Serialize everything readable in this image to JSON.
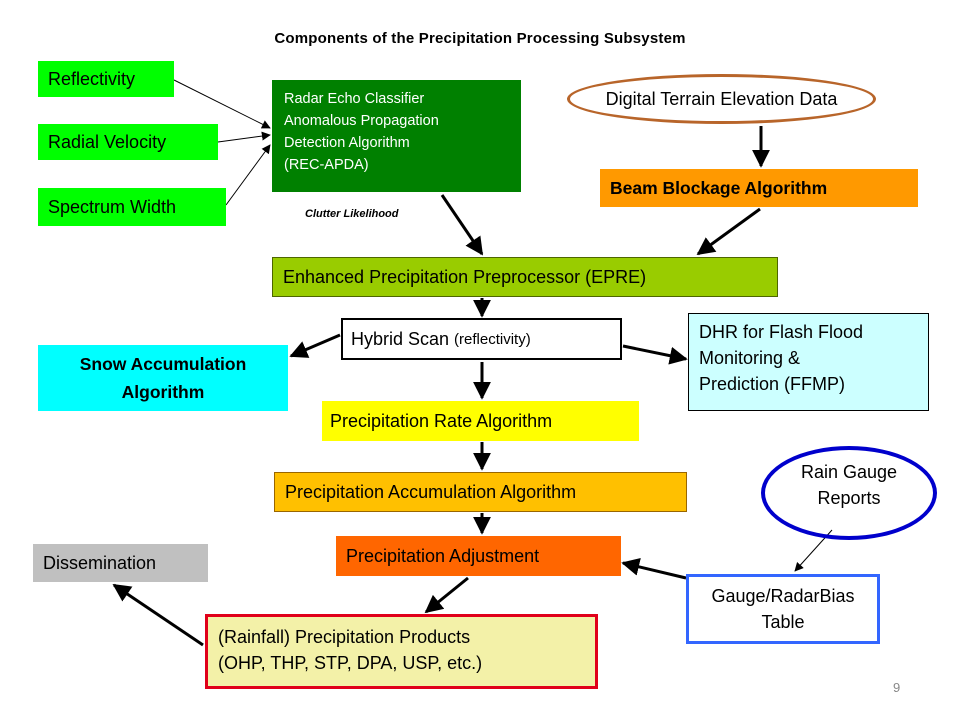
{
  "title": "Components of the Precipitation Processing Subsystem",
  "inputs": {
    "reflectivity": "Reflectivity",
    "radial_velocity": "Radial Velocity",
    "spectrum_width": "Spectrum Width"
  },
  "rec_apda": {
    "line1": "Radar Echo Classifier",
    "line2": "Anomalous Propagation",
    "line3": "Detection Algorithm",
    "line4": "(REC-APDA)"
  },
  "clutter_label": "Clutter Likelihood",
  "terrain": "Digital Terrain Elevation Data",
  "beam_blockage": "Beam Blockage Algorithm",
  "epre": "Enhanced Precipitation Preprocessor (EPRE)",
  "hybrid_scan": {
    "label": "Hybrid Scan",
    "note": "(reflectivity)"
  },
  "snow": {
    "line1": "Snow Accumulation",
    "line2": "Algorithm"
  },
  "dhr": {
    "line1": "DHR for Flash Flood",
    "line2": "Monitoring &",
    "line3": "Prediction (FFMP)"
  },
  "rate": "Precipitation Rate Algorithm",
  "accumulation": "Precipitation Accumulation Algorithm",
  "rain_gauge": {
    "line1": "Rain Gauge",
    "line2": "Reports"
  },
  "adjustment": "Precipitation Adjustment",
  "dissemination": "Dissemination",
  "bias_table": {
    "line1": "Gauge/RadarBias",
    "line2": "Table"
  },
  "products": {
    "line1": "(Rainfall) Precipitation Products",
    "line2": "(OHP, THP, STP, DPA, USP, etc.)"
  },
  "page_number": "9",
  "colors": {
    "input_green": "#00ff00",
    "rec_green": "#008000",
    "beam_orange": "#ff9900",
    "epre_green": "#99cc00",
    "snow_cyan": "#00ffff",
    "dhr_cyan": "#ccffff",
    "rate_yellow": "#ffff00",
    "accum_orange": "#ffc000",
    "adjust_orange": "#ff6600",
    "dissem_gray": "#c0c0c0",
    "products_yellow": "#f3f1a8",
    "products_border": "#e0001a",
    "gauge_blue": "#0000cc",
    "bias_blue": "#3366ff",
    "terrain_border": "#b8652a"
  }
}
